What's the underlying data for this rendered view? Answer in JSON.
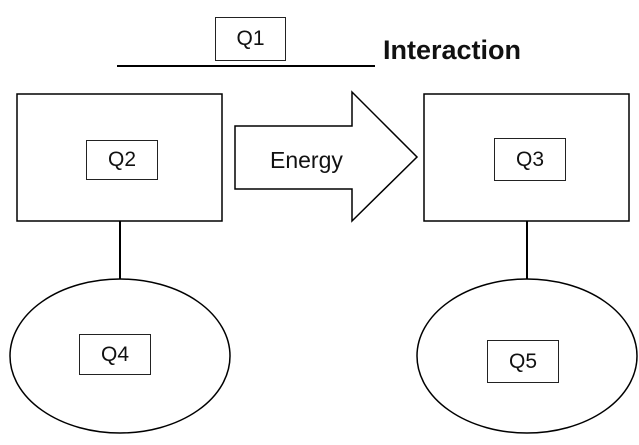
{
  "diagram": {
    "title": "Interaction",
    "blank_label": "Q1",
    "arrow_label": "Energy",
    "left_system": {
      "box_label": "Q2",
      "ellipse_label": "Q4"
    },
    "right_system": {
      "box_label": "Q3",
      "ellipse_label": "Q5"
    }
  },
  "colors": {
    "stroke": "#000000",
    "background": "#ffffff"
  }
}
